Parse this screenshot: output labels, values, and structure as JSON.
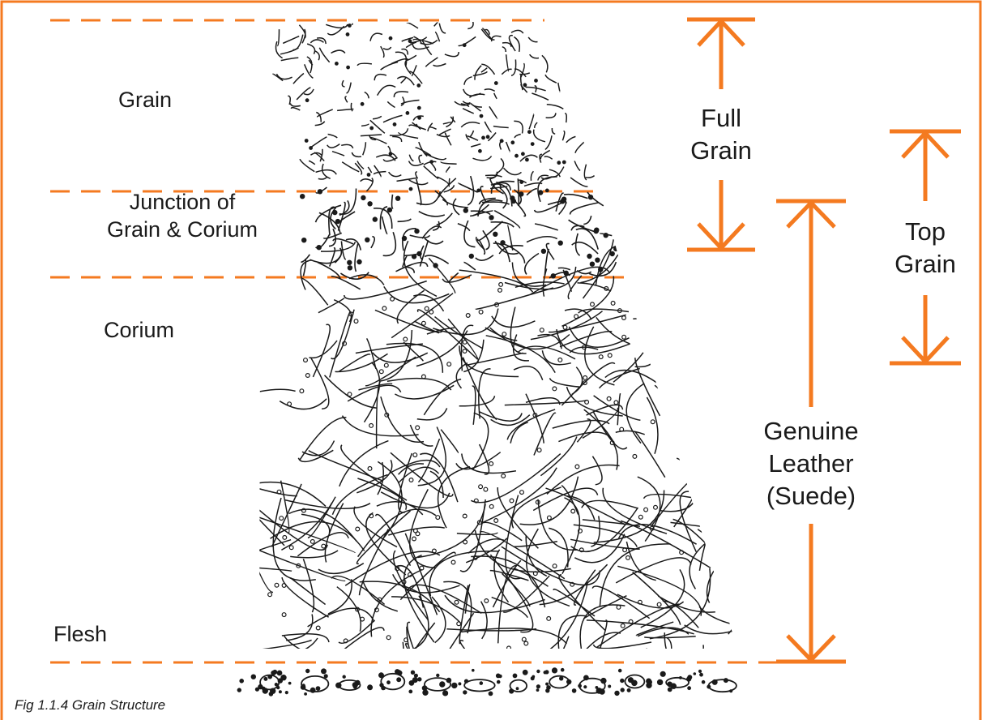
{
  "layers": {
    "grain": "Grain",
    "junction_line1": "Junction of",
    "junction_line2": "Grain & Corium",
    "corium": "Corium",
    "flesh": "Flesh"
  },
  "measures": {
    "full_grain_line1": "Full",
    "full_grain_line2": "Grain",
    "top_grain_line1": "Top",
    "top_grain_line2": "Grain",
    "genuine_line1": "Genuine",
    "genuine_line2": "Leather",
    "genuine_line3": "(Suede)"
  },
  "caption": "Fig 1.1.4 Grain Structure",
  "colors": {
    "accent": "#f47a20",
    "ink": "#1a1a1a"
  }
}
